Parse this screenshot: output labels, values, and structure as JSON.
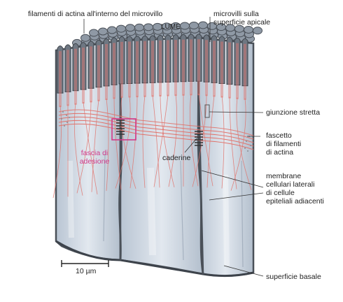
{
  "labels": {
    "actin_filaments_microvilli": "filamenti di actina all'interno del microvillo",
    "microvilli_surface": "microvilli sulla\nsuperficie apicale",
    "lumen": "LUME",
    "tight_junction": "giunzione stretta",
    "actin_bundle": "fascetto\ndi filamenti\ndi actina",
    "adhesion_belt": "fascia di\nadesione",
    "cadherins": "caderine",
    "lateral_membranes": "membrane\ncellulari laterali\ndi cellule\nepiteliali adiacenti",
    "basal_surface": "superficie basale",
    "scale_bar": "10 µm"
  },
  "colors": {
    "actin": "#e0736c",
    "membrane": "#4a5058",
    "cytoplasm": "#c9d3de",
    "highlight": "#d23a8a"
  }
}
